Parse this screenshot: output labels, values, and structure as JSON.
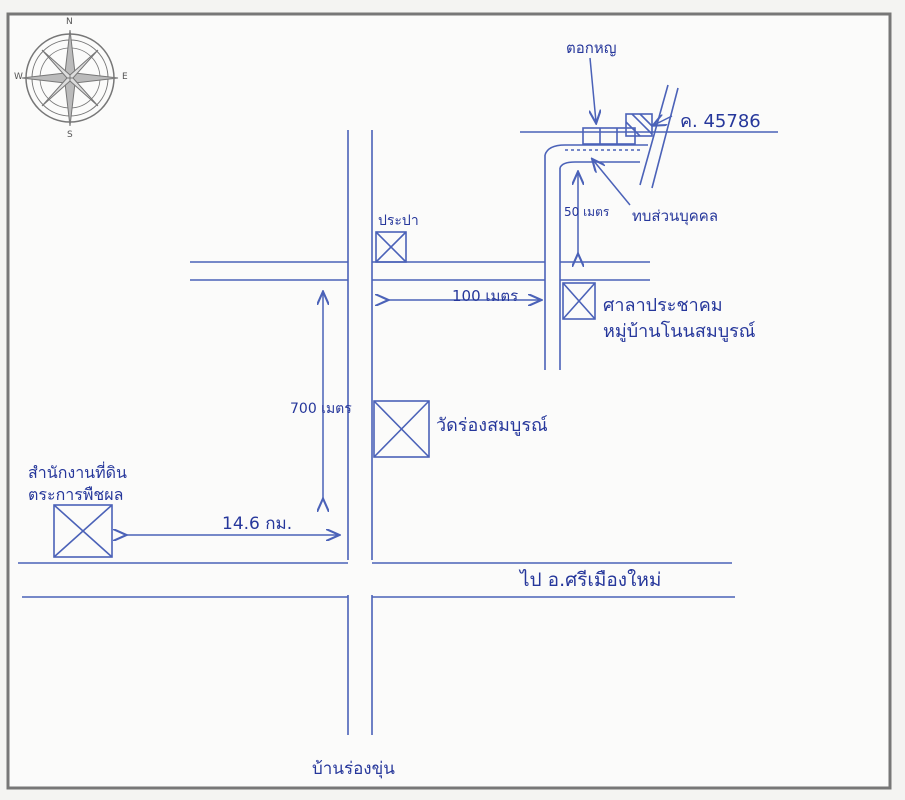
{
  "compass": {
    "n": "N",
    "s": "S",
    "e": "E",
    "w": "W"
  },
  "labels": {
    "post_office": "ตอกหญ",
    "house_number": "ค. 45786",
    "garden_path": "ทบส่วนบุคคล",
    "dist_50": "50 เมตร",
    "rice_mill": "ประปา",
    "dist_100": "100 เมตร",
    "hall": "ศาลาประชาคม\nหมู่บ้านโนนสมบูรณ์",
    "dist_700": "700 เมตร",
    "temple": "วัดร่องสมบูรณ์",
    "office": "สำนักงานที่ดิน\nตระการพืชผล",
    "dist_14_6": "14.6 กม.",
    "to_town": "ไป อ.ศรีเมืองใหม่",
    "village": "บ้านร่องขุ่น"
  }
}
